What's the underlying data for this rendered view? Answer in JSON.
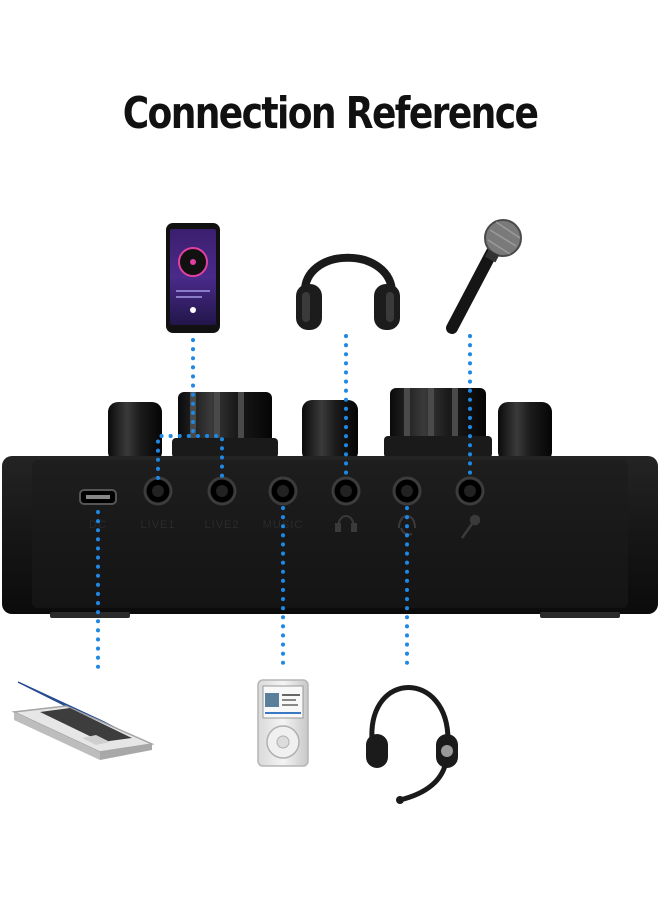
{
  "title": "Connection Reference",
  "colors": {
    "background": "#ffffff",
    "title": "#111111",
    "connector_dots": "#1e88e5",
    "device_body": "#161616"
  },
  "ports": [
    {
      "label": "DC",
      "icon": "usb-port-icon",
      "connects": "laptop"
    },
    {
      "label": "LIVE1",
      "icon": "jack-port-icon",
      "connects": "phone"
    },
    {
      "label": "LIVE2",
      "icon": "jack-port-icon",
      "connects": "phone"
    },
    {
      "label": "MUSIC",
      "icon": "jack-port-icon",
      "connects": "music-player"
    },
    {
      "label": "",
      "icon": "headphone-symbol-icon",
      "connects": "headphones"
    },
    {
      "label": "",
      "icon": "headset-symbol-icon",
      "connects": "headset"
    },
    {
      "label": "",
      "icon": "microphone-symbol-icon",
      "connects": "microphone"
    }
  ],
  "devices": {
    "top": [
      "smartphone-icon",
      "headphones-icon",
      "microphone-icon"
    ],
    "bottom": [
      "laptop-icon",
      "music-player-icon",
      "headset-icon"
    ]
  }
}
